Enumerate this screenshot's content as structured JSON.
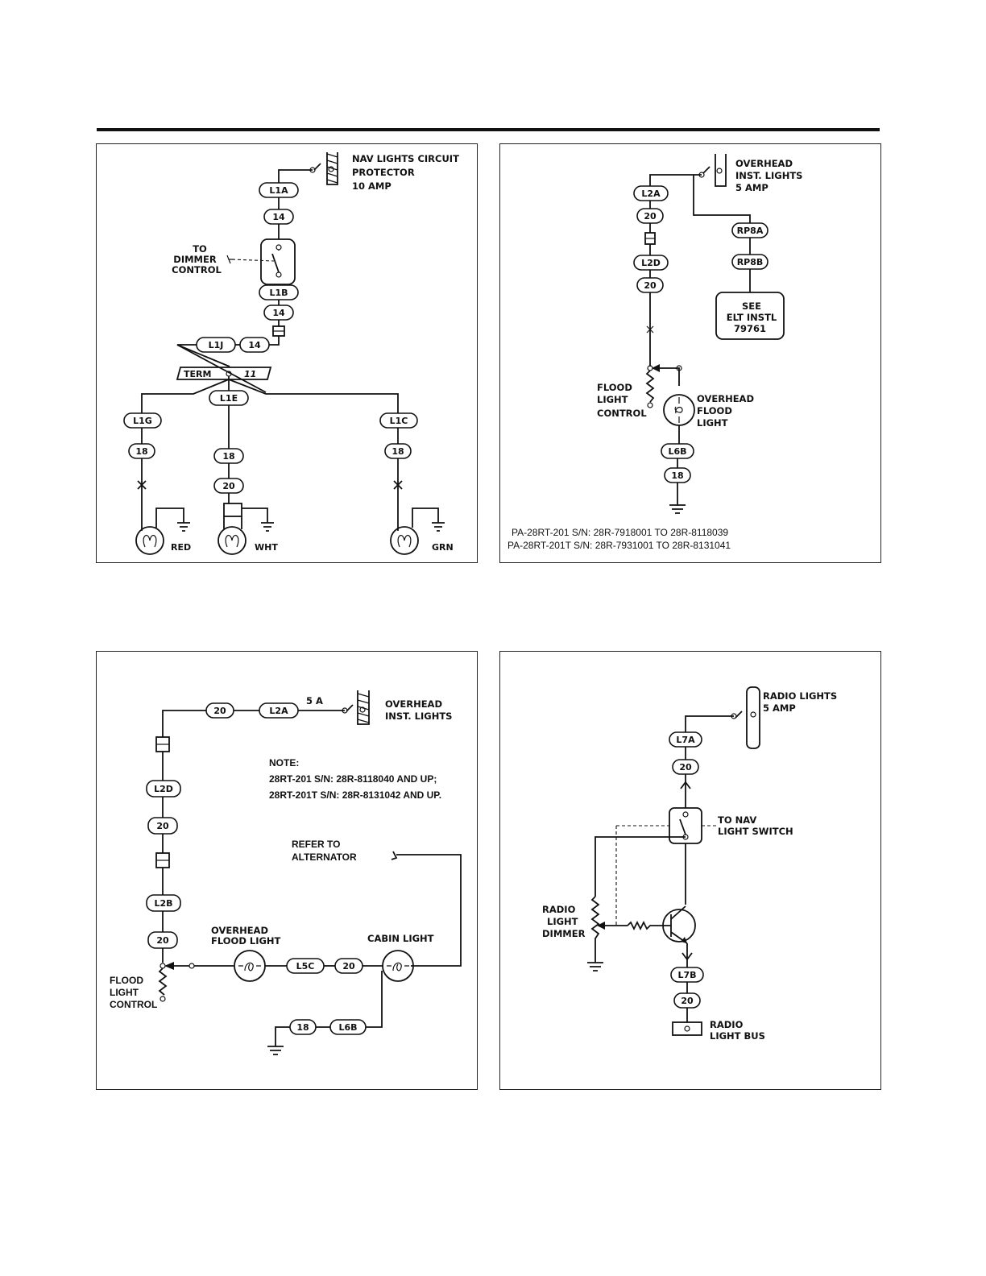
{
  "panel1": {
    "breaker_label": [
      "NAV LIGHTS CIRCUIT",
      "PROTECTOR",
      "10 AMP"
    ],
    "dimmer_label": [
      "TO",
      "DIMMER",
      "CONTROL"
    ],
    "wire_l1a": "L1A",
    "gauge_a": "14",
    "wire_l1b": "L1B",
    "gauge_b": "14",
    "wire_l1j": "L1J",
    "gauge_j": "14",
    "term_label": "TERM",
    "term_number": "11",
    "wire_l1e": "L1E",
    "wire_l1g": "L1G",
    "wire_l1c": "L1C",
    "gauge_g": "18",
    "gauge_e": "18",
    "gauge_c": "18",
    "gauge_e2": "20",
    "lamp_red": "RED",
    "lamp_wht": "WHT",
    "lamp_grn": "GRN"
  },
  "panel2": {
    "breaker_label": [
      "OVERHEAD",
      "INST. LIGHTS",
      "5 AMP"
    ],
    "wire_l2a": "L2A",
    "gauge_a": "20",
    "wire_l2d": "L2D",
    "gauge_d": "20",
    "wire_rp8a": "RP8A",
    "wire_rp8b": "RP8B",
    "see_box": [
      "SEE",
      "ELT INSTL",
      "79761"
    ],
    "flood_control_label": [
      "FLOOD",
      "LIGHT",
      "CONTROL"
    ],
    "flood_light_label": [
      "OVERHEAD",
      "FLOOD",
      "LIGHT"
    ],
    "wire_l6b": "L6B",
    "gauge_l6b": "18",
    "serials": [
      "PA-28RT-201 S/N: 28R-7918001 TO 28R-8118039",
      "PA-28RT-201T S/N: 28R-7931001 TO 28R-8131041"
    ]
  },
  "panel3": {
    "gauge_top": "20",
    "wire_l2a": "L2A",
    "amp": "5 A",
    "breaker_label": [
      "OVERHEAD",
      "INST. LIGHTS"
    ],
    "note": [
      "NOTE:",
      "28RT-201 S/N: 28R-8118040 AND UP;",
      "28RT-201T S/N: 28R-8131042 AND UP."
    ],
    "wire_l2d": "L2D",
    "gauge_d": "20",
    "wire_l2b": "L2B",
    "gauge_b": "20",
    "alternator_label": [
      "REFER TO",
      "ALTERNATOR"
    ],
    "overhead_label": [
      "OVERHEAD",
      "FLOOD LIGHT"
    ],
    "cabin_label": "CABIN LIGHT",
    "wire_l5c": "L5C",
    "gauge_l5c": "20",
    "flood_control_label": [
      "FLOOD",
      "LIGHT",
      "CONTROL"
    ],
    "gauge_l6b": "18",
    "wire_l6b": "L6B"
  },
  "panel4": {
    "breaker_label": [
      "RADIO LIGHTS",
      "5 AMP"
    ],
    "wire_l7a": "L7A",
    "gauge_a": "20",
    "nav_switch_label": [
      "TO NAV",
      "LIGHT SWITCH"
    ],
    "dimmer_label": [
      "RADIO",
      "LIGHT",
      "DIMMER"
    ],
    "wire_l7b": "L7B",
    "gauge_b": "20",
    "bus_label": [
      "RADIO",
      "LIGHT BUS"
    ]
  }
}
